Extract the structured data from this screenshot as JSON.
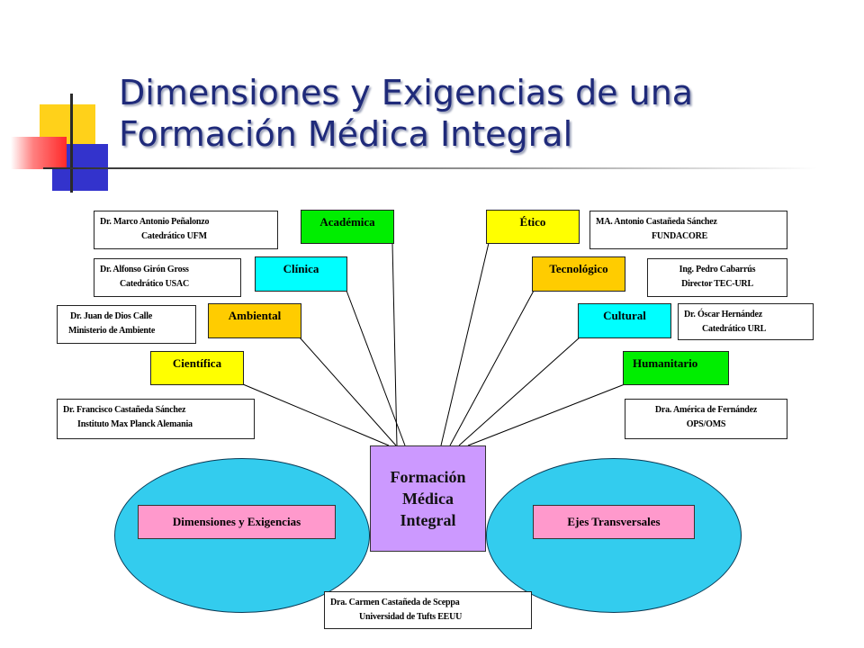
{
  "slide": {
    "title_line1": "Dimensiones y Exigencias de una",
    "title_line2": "Formación Médica Integral"
  },
  "center": {
    "line1": "Formación",
    "line2": "Médica",
    "line3": "Integral"
  },
  "left_oval_label": "Dimensiones y Exigencias",
  "right_oval_label": "Ejes Transversales",
  "dimensions": {
    "academica": "Académica",
    "clinica": "Clínica",
    "ambiental": "Ambiental",
    "cientifica": "Científica",
    "etico": "Ético",
    "tecnologico": "Tecnológico",
    "cultural": "Cultural",
    "humanitario": "Humanitario"
  },
  "people": {
    "penalonzo": {
      "name": "Dr. Marco Antonio Peñalonzo",
      "role": "Catedrático UFM"
    },
    "giron": {
      "name": "Dr. Alfonso Girón Gross",
      "role": "Catedrático USAC"
    },
    "calle": {
      "name": "Dr. Juan de Dios Calle",
      "role": "Ministerio de Ambiente"
    },
    "fcastaneda": {
      "name": "Dr. Francisco Castañeda Sánchez",
      "role": "Instituto Max Planck Alemania"
    },
    "acastaneda": {
      "name": "MA. Antonio Castañeda Sánchez",
      "role": "FUNDACORE"
    },
    "cabarrus": {
      "name": "Ing. Pedro Cabarrús",
      "role": "Director TEC-URL"
    },
    "hernandez": {
      "name": "Dr. Óscar Hernández",
      "role": "Catedrático URL"
    },
    "fernandez": {
      "name": "Dra. América de Fernández",
      "role": "OPS/OMS"
    },
    "sceppa": {
      "name": "Dra. Carmen Castañeda de Sceppa",
      "role": "Universidad de Tufts EEUU"
    }
  },
  "colors": {
    "green": "#00ee00",
    "yellow": "#ffff00",
    "cyan": "#00ffff",
    "orange": "#ffcc00",
    "purple": "#cc99ff",
    "pink": "#ff99cc",
    "oval": "#33ccee",
    "title": "#1f2a7a"
  }
}
